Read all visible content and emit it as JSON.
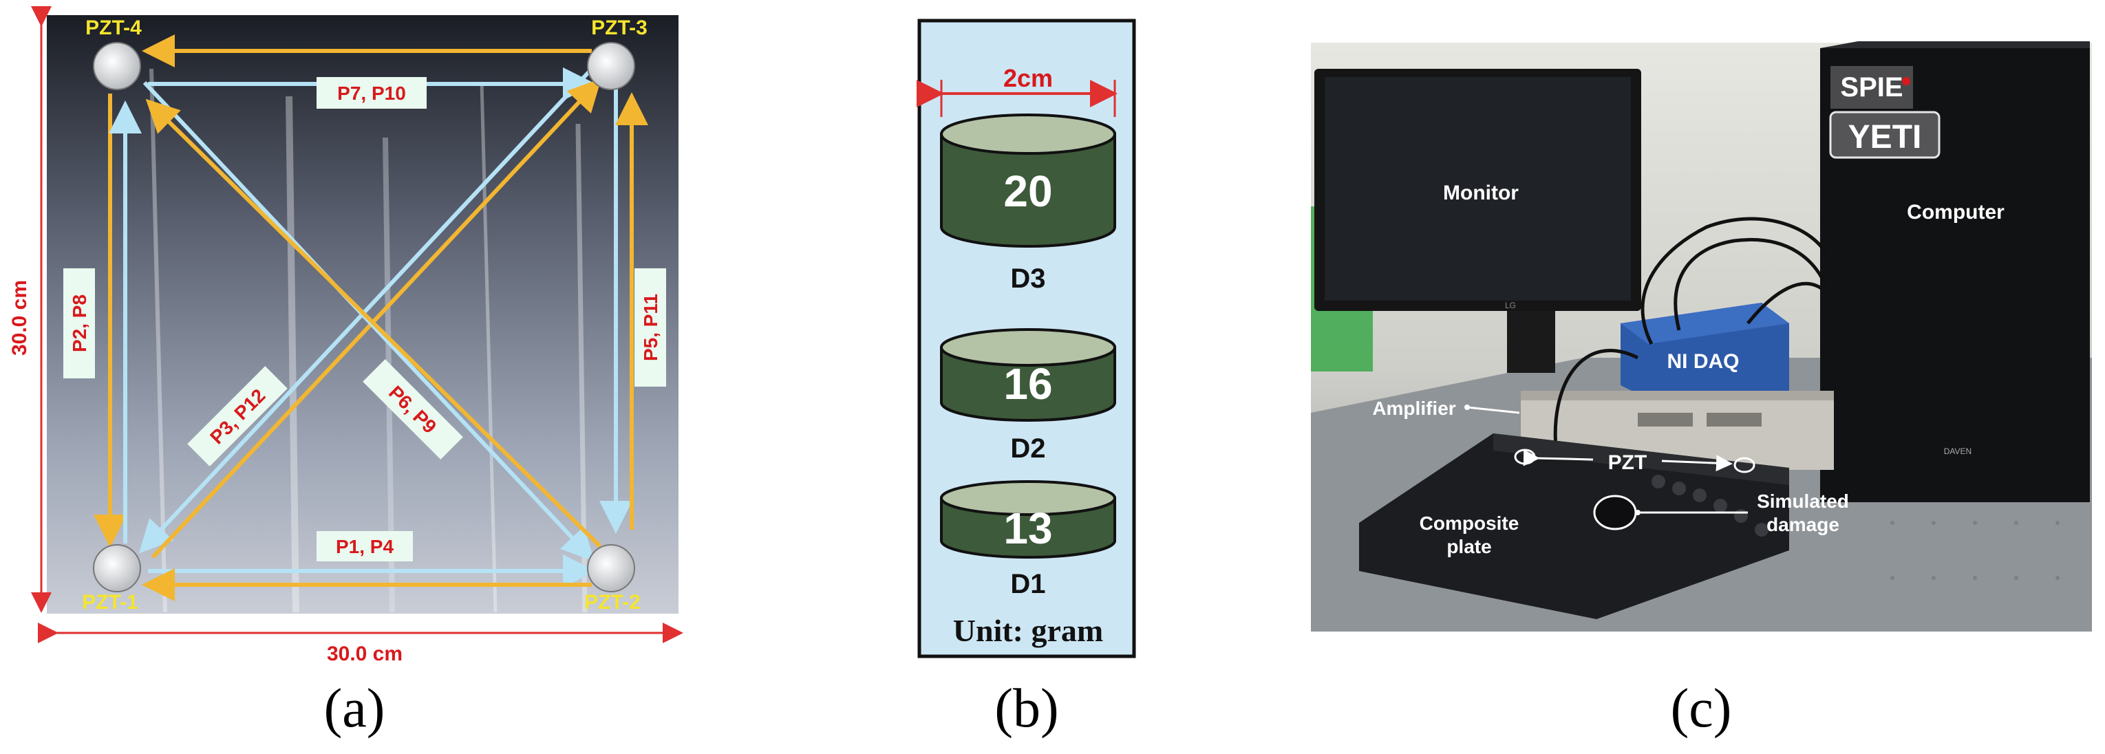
{
  "panel_a": {
    "caption": "(a)",
    "dim_width": "30.0 cm",
    "dim_height": "30.0 cm",
    "sensors": {
      "pzt1": "PZT-1",
      "pzt2": "PZT-2",
      "pzt3": "PZT-3",
      "pzt4": "PZT-4"
    },
    "paths": {
      "top": "P7, P10",
      "left": "P2, P8",
      "right": "P5, P11",
      "bottom": "P1, P4",
      "diag_up": "P3, P12",
      "diag_down": "P6, P9"
    },
    "colors": {
      "forward": "#f2b631",
      "backward": "#b5e2f5",
      "label_text": "#d8191c",
      "sensor_label": "#f5e52e"
    }
  },
  "panel_b": {
    "caption": "(b)",
    "width_label": "2cm",
    "masses": [
      {
        "value": "20",
        "name": "D3"
      },
      {
        "value": "16",
        "name": "D2"
      },
      {
        "value": "13",
        "name": "D1"
      }
    ],
    "unit": "Unit: gram",
    "colors": {
      "cylinder": "#3d5a3a",
      "background": "#cde6f4"
    }
  },
  "panel_c": {
    "caption": "(c)",
    "labels": {
      "monitor": "Monitor",
      "computer": "Computer",
      "daq": "NI DAQ",
      "amplifier": "Amplifier",
      "pzt": "PZT",
      "damage": "Simulated damage",
      "plate": "Composite plate"
    },
    "logo": {
      "line1": "SPIE",
      "line2": "YETI"
    },
    "monitor_brand": "LG",
    "case_brand": "DAVEN"
  }
}
